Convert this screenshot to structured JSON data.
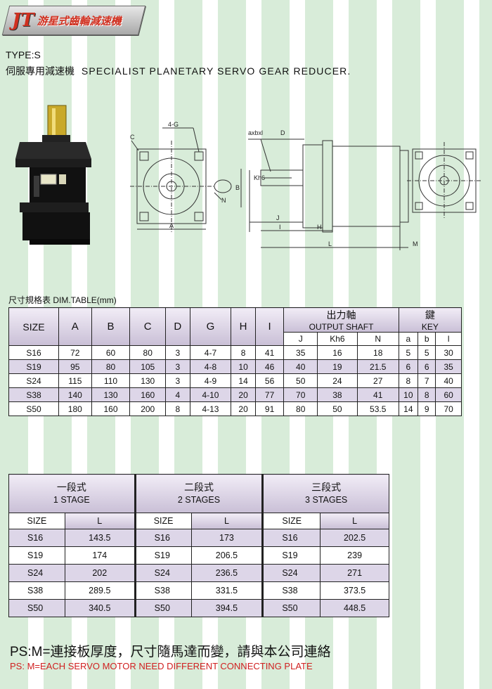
{
  "header": {
    "logo_text": "JT",
    "title": "游星式齒輪減速機"
  },
  "type_label": "TYPE:S",
  "subtitle_cn": "伺服專用減速機",
  "subtitle_en": "SPECIALIST PLANETARY SERVO GEAR REDUCER.",
  "drawing_labels": {
    "c": "C",
    "g4": "4-G",
    "a": "A",
    "b": "B",
    "n": "N",
    "axbxl": "axbxl",
    "d": "D",
    "kh6": "Kh6",
    "j": "J",
    "i": "I",
    "h": "H",
    "l": "L",
    "m": "M"
  },
  "dim_table": {
    "caption": "尺寸規格表 DIM.TABLE(mm)",
    "size_header": "SIZE",
    "headers": [
      "A",
      "B",
      "C",
      "D",
      "G",
      "H",
      "I"
    ],
    "output_shaft_cn": "出力軸",
    "output_shaft_en": "OUTPUT SHAFT",
    "key_cn": "鍵",
    "key_en": "KEY",
    "shaft_sub": [
      "J",
      "Kh6",
      "N"
    ],
    "key_sub": [
      "a",
      "b",
      "l"
    ],
    "rows": [
      [
        "S16",
        "72",
        "60",
        "80",
        "3",
        "4-7",
        "8",
        "41",
        "35",
        "16",
        "18",
        "5",
        "5",
        "30"
      ],
      [
        "S19",
        "95",
        "80",
        "105",
        "3",
        "4-8",
        "10",
        "46",
        "40",
        "19",
        "21.5",
        "6",
        "6",
        "35"
      ],
      [
        "S24",
        "115",
        "110",
        "130",
        "3",
        "4-9",
        "14",
        "56",
        "50",
        "24",
        "27",
        "8",
        "7",
        "40"
      ],
      [
        "S38",
        "140",
        "130",
        "160",
        "4",
        "4-10",
        "20",
        "77",
        "70",
        "38",
        "41",
        "10",
        "8",
        "60"
      ],
      [
        "S50",
        "180",
        "160",
        "200",
        "8",
        "4-13",
        "20",
        "91",
        "80",
        "50",
        "53.5",
        "14",
        "9",
        "70"
      ]
    ]
  },
  "stage_table": {
    "stages": [
      {
        "cn": "一段式",
        "en": "1 STAGE"
      },
      {
        "cn": "二段式",
        "en": "2 STAGES"
      },
      {
        "cn": "三段式",
        "en": "3 STAGES"
      }
    ],
    "col_size": "SIZE",
    "col_l": "L",
    "rows": [
      [
        "S16",
        "143.5",
        "S16",
        "173",
        "S16",
        "202.5"
      ],
      [
        "S19",
        "174",
        "S19",
        "206.5",
        "S19",
        "239"
      ],
      [
        "S24",
        "202",
        "S24",
        "236.5",
        "S24",
        "271"
      ],
      [
        "S38",
        "289.5",
        "S38",
        "331.5",
        "S38",
        "373.5"
      ],
      [
        "S50",
        "340.5",
        "S50",
        "394.5",
        "S50",
        "448.5"
      ]
    ]
  },
  "ps_cn": "PS:M=連接板厚度，尺寸隨馬達而變，請與本公司連絡",
  "ps_en": "PS: M=EACH SERVO MOTOR NEED DIFFERENT CONNECTING PLATE"
}
